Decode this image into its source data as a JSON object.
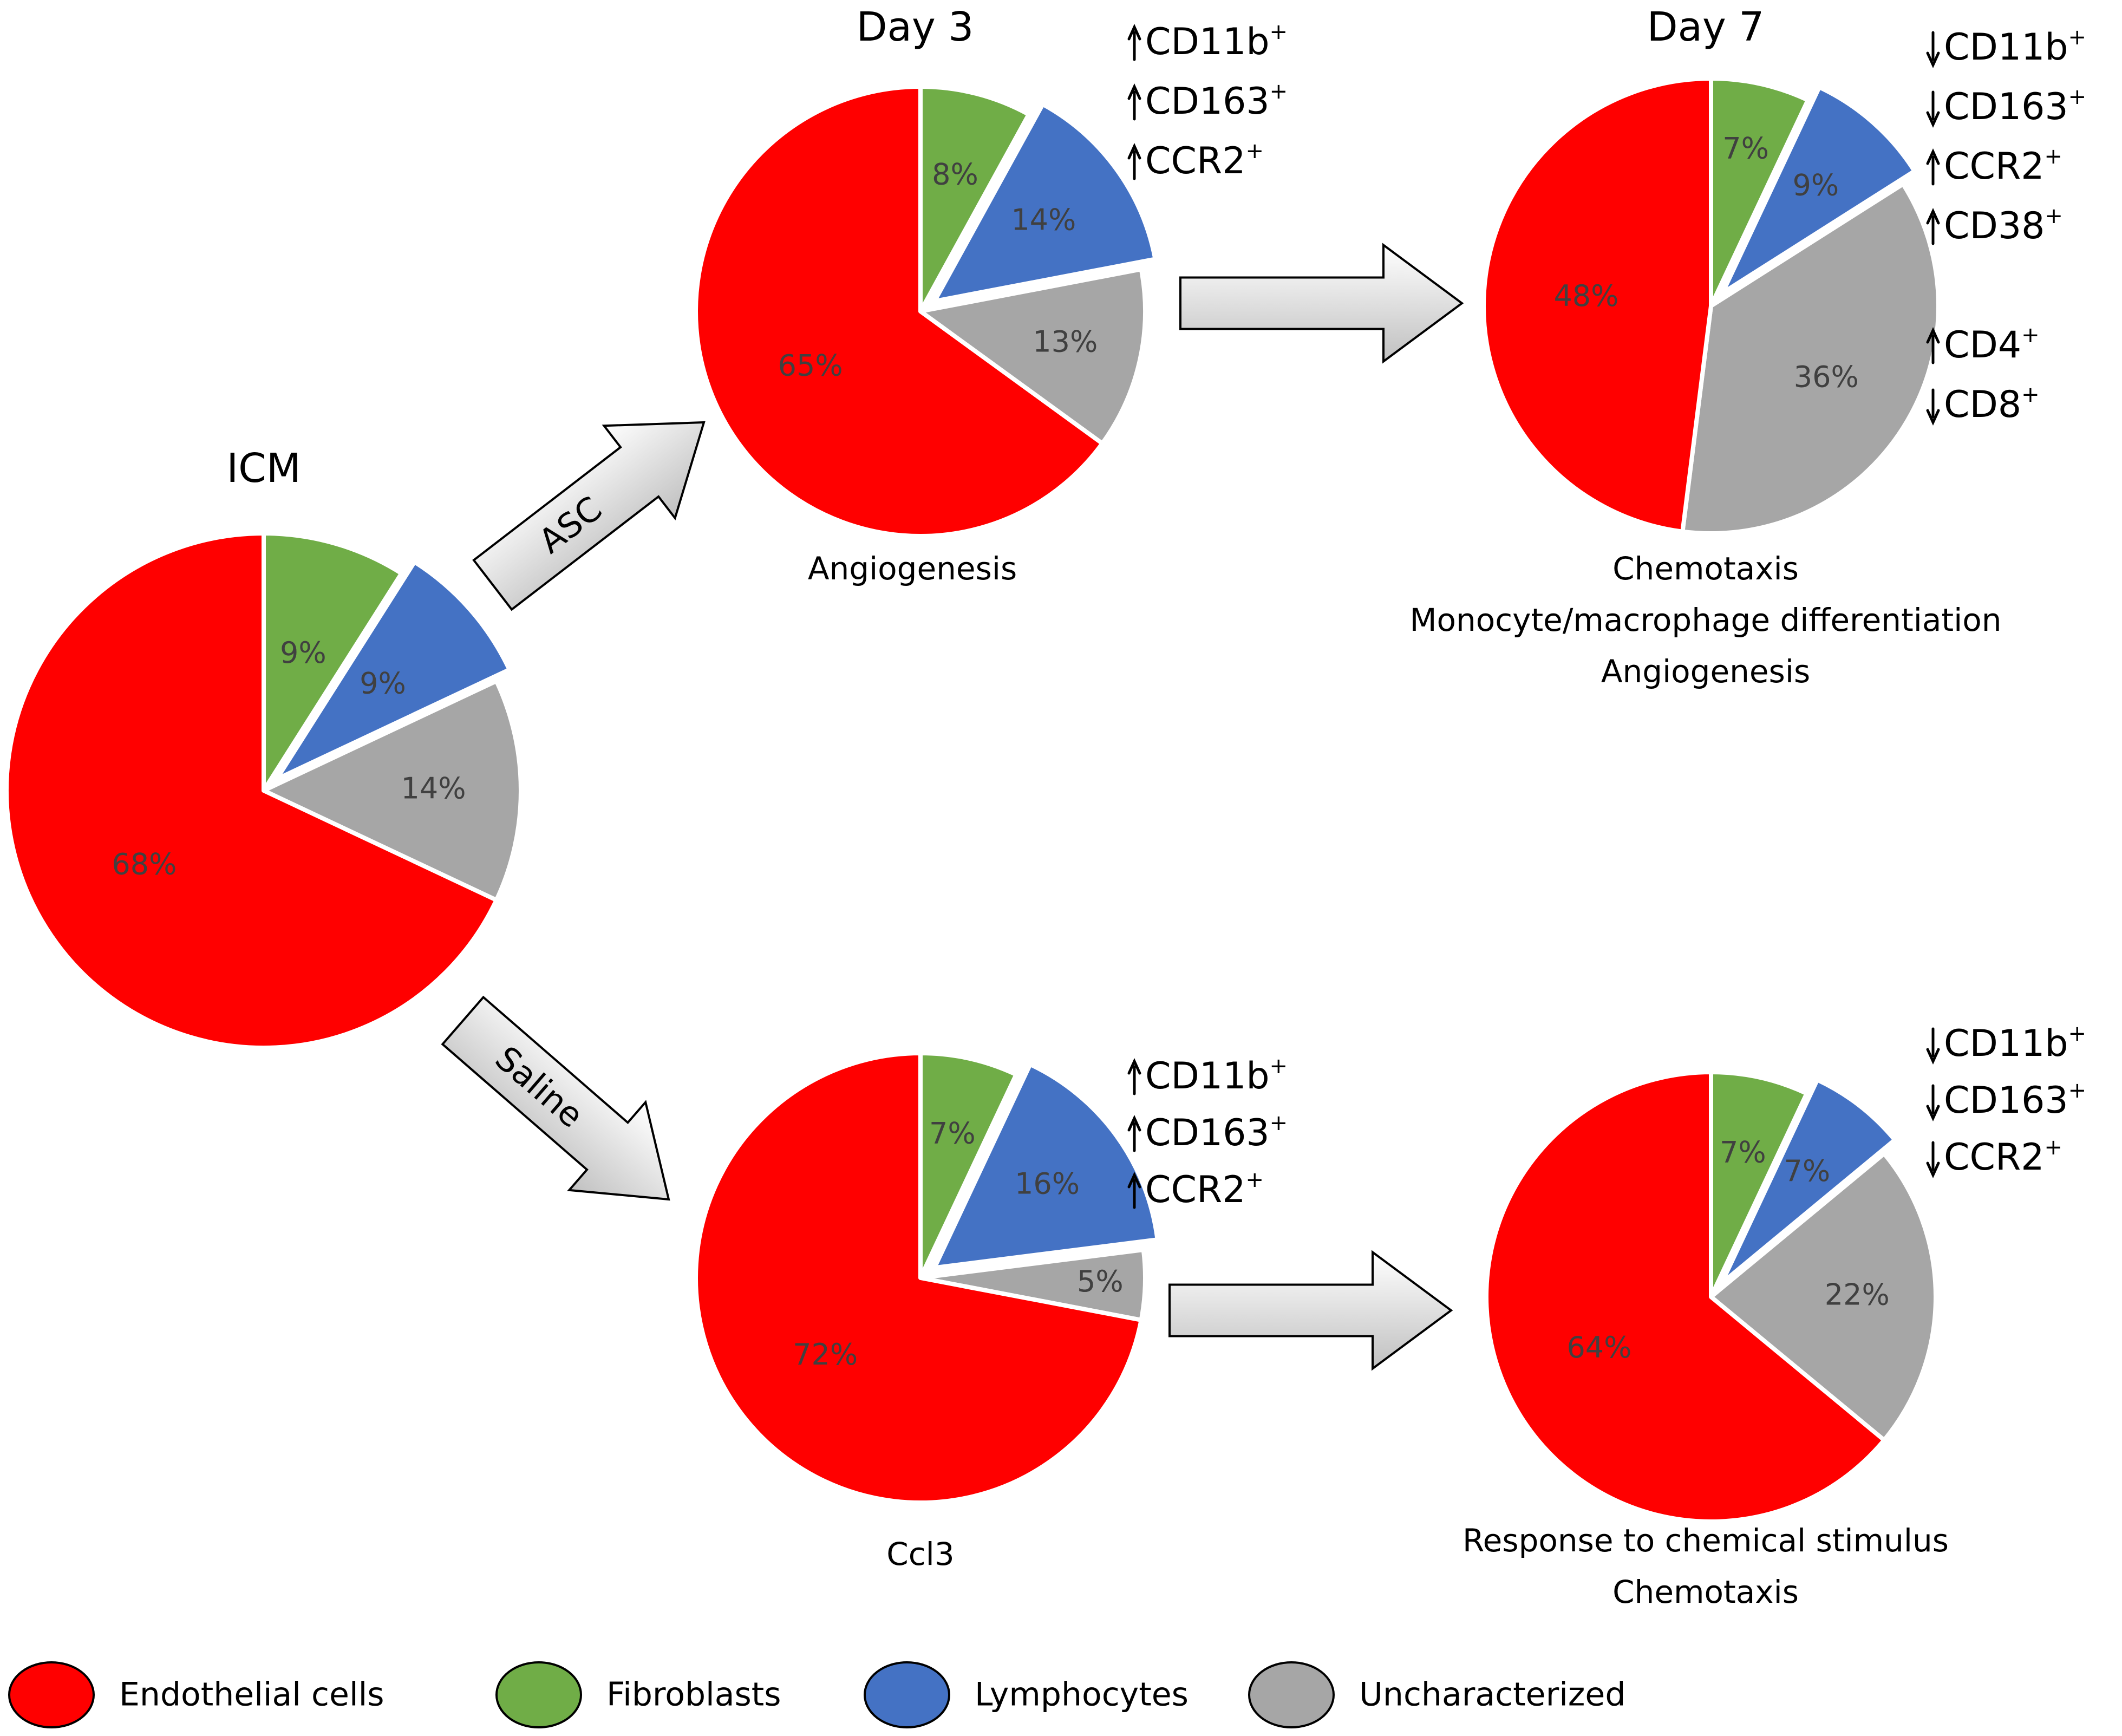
{
  "colors": {
    "Endothelial cells": "#ff0000",
    "Fibroblasts": "#70ad47",
    "Lymphocytes": "#4472c4",
    "Uncharacterized": "#a6a6a6"
  },
  "arrow_labels": {
    "asc": "ASC",
    "saline": "Saline"
  },
  "chart_data": [
    {
      "type": "pie",
      "title": "ICM",
      "categories": [
        "Fibroblasts",
        "Lymphocytes",
        "Uncharacterized",
        "Endothelial cells"
      ],
      "values": [
        9,
        9,
        14,
        68
      ],
      "labels": [
        "9%",
        "9%",
        "14%",
        "68%"
      ],
      "exploded": "Lymphocytes",
      "markers": [],
      "captions": []
    },
    {
      "type": "pie",
      "title": "Day 3",
      "categories": [
        "Fibroblasts",
        "Lymphocytes",
        "Uncharacterized",
        "Endothelial cells"
      ],
      "values": [
        8,
        14,
        13,
        65
      ],
      "labels": [
        "8%",
        "14%",
        "13%",
        "65%"
      ],
      "exploded": "Lymphocytes",
      "markers": [
        {
          "dir": "up",
          "name": "CD11b",
          "sup": "+"
        },
        {
          "dir": "up",
          "name": "CD163",
          "sup": "+"
        },
        {
          "dir": "up",
          "name": "CCR2",
          "sup": "+"
        }
      ],
      "captions": [
        "Angiogenesis"
      ]
    },
    {
      "type": "pie",
      "title": "Day 7",
      "categories": [
        "Fibroblasts",
        "Lymphocytes",
        "Uncharacterized",
        "Endothelial cells"
      ],
      "values": [
        7,
        9,
        36,
        48
      ],
      "labels": [
        "7%",
        "9%",
        "36%",
        "48%"
      ],
      "exploded": "Lymphocytes",
      "markers": [
        {
          "dir": "down",
          "name": "CD11b",
          "sup": "+"
        },
        {
          "dir": "down",
          "name": "CD163",
          "sup": "+"
        },
        {
          "dir": "up",
          "name": "CCR2",
          "sup": "+"
        },
        {
          "dir": "up",
          "name": "CD38",
          "sup": "+"
        },
        {
          "dir": "up",
          "name": "CD4",
          "sup": "+"
        },
        {
          "dir": "down",
          "name": "CD8",
          "sup": "+"
        }
      ],
      "captions": [
        "Chemotaxis",
        "Monocyte/macrophage differentiation",
        "Angiogenesis"
      ]
    },
    {
      "type": "pie",
      "title": "",
      "categories": [
        "Fibroblasts",
        "Lymphocytes",
        "Uncharacterized",
        "Endothelial cells"
      ],
      "values": [
        7,
        16,
        5,
        72
      ],
      "labels": [
        "7%",
        "16%",
        "5%",
        "72%"
      ],
      "exploded": "Lymphocytes",
      "markers": [
        {
          "dir": "up",
          "name": "CD11b",
          "sup": "+"
        },
        {
          "dir": "up",
          "name": "CD163",
          "sup": "+"
        },
        {
          "dir": "up",
          "name": "CCR2",
          "sup": "+"
        }
      ],
      "captions": [
        "Ccl3"
      ]
    },
    {
      "type": "pie",
      "title": "",
      "categories": [
        "Fibroblasts",
        "Lymphocytes",
        "Uncharacterized",
        "Endothelial cells"
      ],
      "values": [
        7,
        7,
        22,
        64
      ],
      "labels": [
        "7%",
        "7%",
        "22%",
        "64%"
      ],
      "exploded": "Lymphocytes",
      "markers": [
        {
          "dir": "down",
          "name": "CD11b",
          "sup": "+"
        },
        {
          "dir": "down",
          "name": "CD163",
          "sup": "+"
        },
        {
          "dir": "down",
          "name": "CCR2",
          "sup": "+"
        }
      ],
      "captions": [
        "Response to chemical stimulus",
        "Chemotaxis"
      ]
    }
  ],
  "legend": [
    {
      "label": "Endothelial cells",
      "color": "#ff0000"
    },
    {
      "label": "Fibroblasts",
      "color": "#70ad47"
    },
    {
      "label": "Lymphocytes",
      "color": "#4472c4"
    },
    {
      "label": "Uncharacterized",
      "color": "#a6a6a6"
    }
  ]
}
